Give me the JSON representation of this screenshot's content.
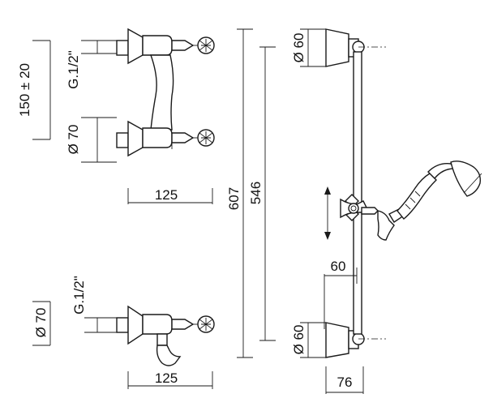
{
  "dimensions": {
    "height_150": "150 ± 20",
    "thread_top": "G.1/2\"",
    "diameter_top_mixer": "Ø 70",
    "width_top_mixer": "125",
    "thread_bottom": "G.1/2\"",
    "diameter_bottom_mixer": "Ø 70",
    "width_bottom_mixer": "125",
    "total_height": "607",
    "bar_length": "546",
    "bracket_top_diameter": "Ø 60",
    "bracket_bottom_diameter": "Ø 60",
    "shower_offset": "60",
    "bar_projection": "76"
  }
}
